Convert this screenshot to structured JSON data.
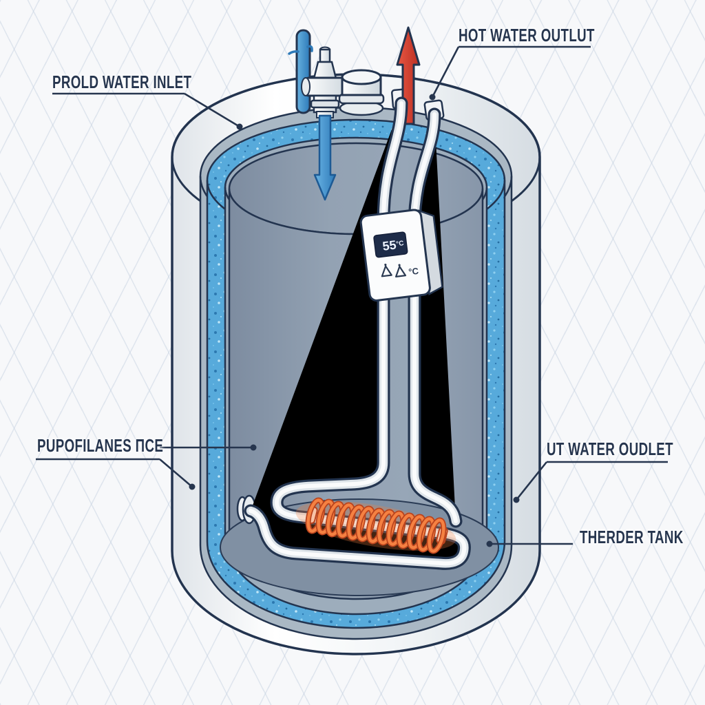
{
  "diagram": {
    "type": "water-heater-cutaway",
    "labels": [
      {
        "id": "cold-water-inlet",
        "text": "PROLD WATER INLET"
      },
      {
        "id": "hot-water-outlet-top",
        "text": "HOT WATER OUTLUT"
      },
      {
        "id": "insulation",
        "text": "PUPOFILANES ПCE"
      },
      {
        "id": "hot-water-outlet-right",
        "text": "UT WATER OUDLET"
      },
      {
        "id": "tank",
        "text": "THERDER TANK"
      }
    ],
    "thermostat": {
      "temperature": "55",
      "display_unit": "°C",
      "panel_unit_label": "°C"
    },
    "colors": {
      "label_text": "#26354e",
      "outline": "#23344f",
      "insulation_blue": "#57aadb",
      "hot_arrow_red": "#d63b2c",
      "cold_arrow_blue": "#3d8fc9",
      "heating_coil_orange": "#ee6a2e",
      "interior_gray": "#8d9cae",
      "shell_white": "#f4f6f8"
    }
  }
}
